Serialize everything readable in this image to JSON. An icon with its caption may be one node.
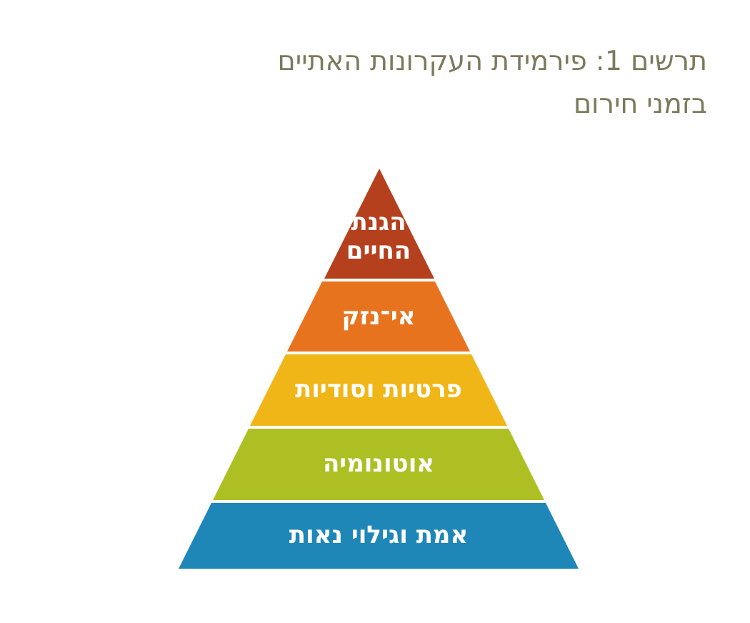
{
  "diagram": {
    "title": "תרשים 1: פירמידת העקרונות האתיים בזמני חירום",
    "nodes": [
      {
        "text": [
          "הגנת החיים"
        ]
      },
      {
        "text": [
          "אי־נזק"
        ]
      },
      {
        "text": [
          "פרטיות וסודיות"
        ]
      },
      {
        "text": [
          "אוטונומיה"
        ]
      },
      {
        "text": [
          "אמת וגילוי נאות"
        ]
      }
    ]
  }
}
